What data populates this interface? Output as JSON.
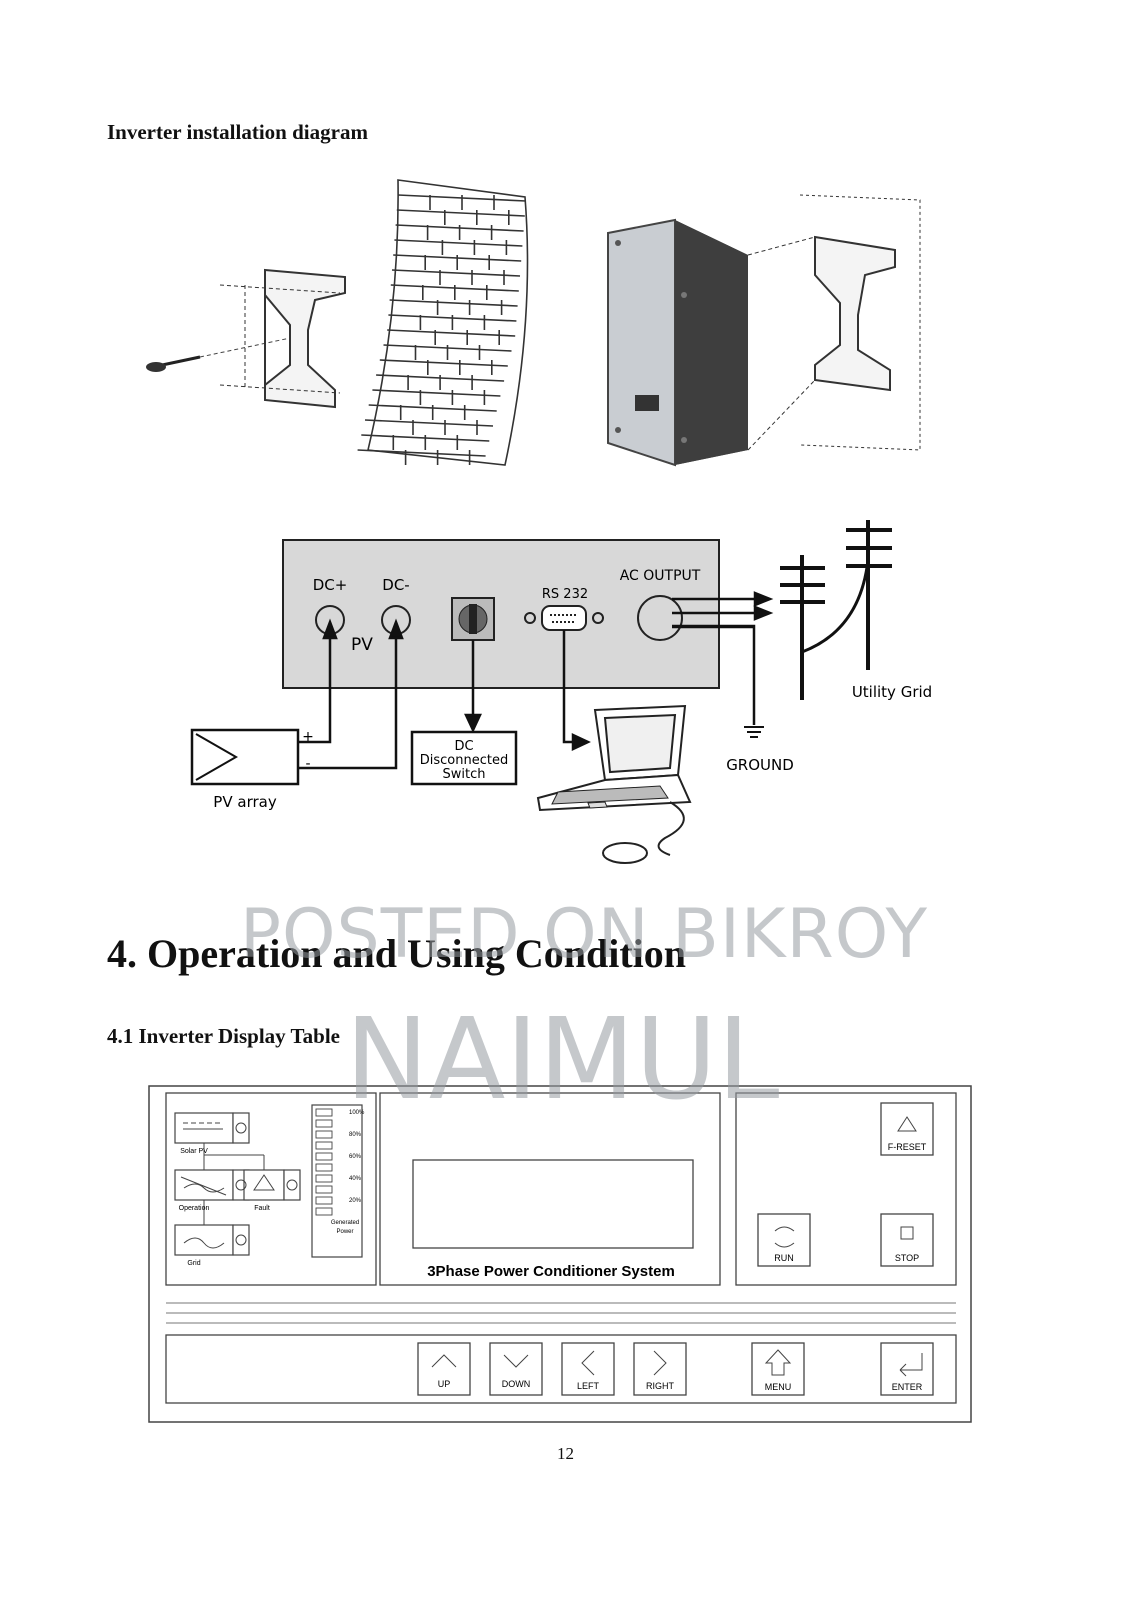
{
  "headings": {
    "installation": "Inverter installation diagram",
    "section": "4. Operation and Using Condition",
    "subsection": "4.1 Inverter Display Table"
  },
  "wiring": {
    "dc_plus": "DC+",
    "dc_minus": "DC-",
    "pv": "PV",
    "rs232": "RS 232",
    "ac_output": "AC OUTPUT",
    "utility_grid": "Utility Grid",
    "ground": "GROUND",
    "plus": "+",
    "minus": "-",
    "pv_array": "PV array",
    "dc_switch_line1": "DC",
    "dc_switch_line2": "Disconnected",
    "dc_switch_line3": "Switch"
  },
  "panel": {
    "solar_pv": "Solar PV",
    "operation": "Operation",
    "fault": "Fault",
    "grid": "Grid",
    "levels": [
      "100%",
      "80%",
      "60%",
      "40%",
      "20%"
    ],
    "generated_power_1": "Generated",
    "generated_power_2": "Power",
    "system_name": "3Phase Power Conditioner System",
    "f_reset": "F-RESET",
    "run": "RUN",
    "stop": "STOP",
    "up": "UP",
    "down": "DOWN",
    "left": "LEFT",
    "right": "RIGHT",
    "menu": "MENU",
    "enter": "ENTER"
  },
  "watermark": {
    "line1": "POSTED ON BIKROY",
    "line2": "NAIMUL"
  },
  "page_number": "12"
}
